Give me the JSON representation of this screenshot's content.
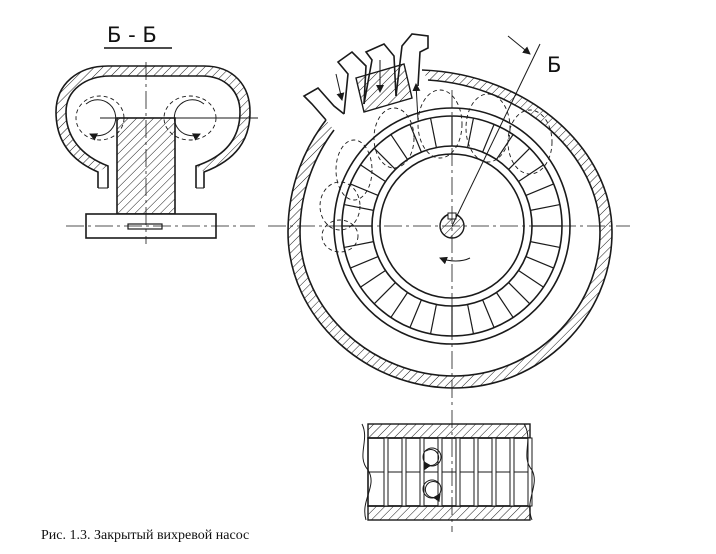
{
  "section_label": "Б - Б",
  "cut_marker": "Б",
  "caption": "Рис. 1.3. Закрытый вихревой насос"
}
